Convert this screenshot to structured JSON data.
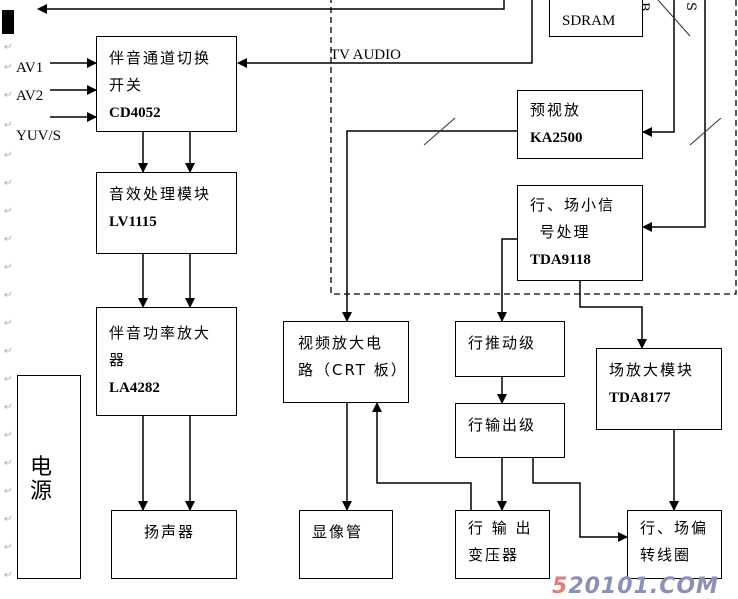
{
  "diagram": {
    "title": "",
    "blocks": {
      "audio_switch": {
        "line1": "伴音通道切换",
        "line2": "开关",
        "chip": "CD4052"
      },
      "sound_effect": {
        "line1": "音效处理模块",
        "chip": "LV1115"
      },
      "audio_power_amp": {
        "line1": "伴音功率放大",
        "line2": "器",
        "chip": "LA4282"
      },
      "speaker": {
        "line1": "扬声器"
      },
      "power": {
        "line1": "电",
        "line2": "源"
      },
      "video_amp": {
        "line1": "视频放大电",
        "line2": "路（CRT 板）"
      },
      "picture_tube": {
        "line1": "显像管"
      },
      "sdram": {
        "line1": "SDRAM"
      },
      "pre_video_amp": {
        "line1": "预视放",
        "chip": "KA2500"
      },
      "sync_processor": {
        "line1": "行、场小信",
        "line2": "号处理",
        "chip": "TDA9118"
      },
      "h_driver": {
        "line1": "行推动级"
      },
      "h_output": {
        "line1": "行输出级"
      },
      "flyback": {
        "line1": "行 输 出",
        "line2": "变压器"
      },
      "v_amp": {
        "line1": "场放大模块",
        "chip": "TDA8177"
      },
      "yoke": {
        "line1": "行、场偏",
        "line2": "转线圈"
      }
    },
    "inputs": {
      "av1": "AV1",
      "av2": "AV2",
      "yuv": "YUV/S"
    },
    "signal_labels": {
      "tv_audio": "TV AUDIO",
      "rgb_partial": "B",
      "sync_partial": "S"
    },
    "paragraph_mark": "↵",
    "watermark": {
      "part1": "5",
      "part2": "20101.COM"
    }
  }
}
